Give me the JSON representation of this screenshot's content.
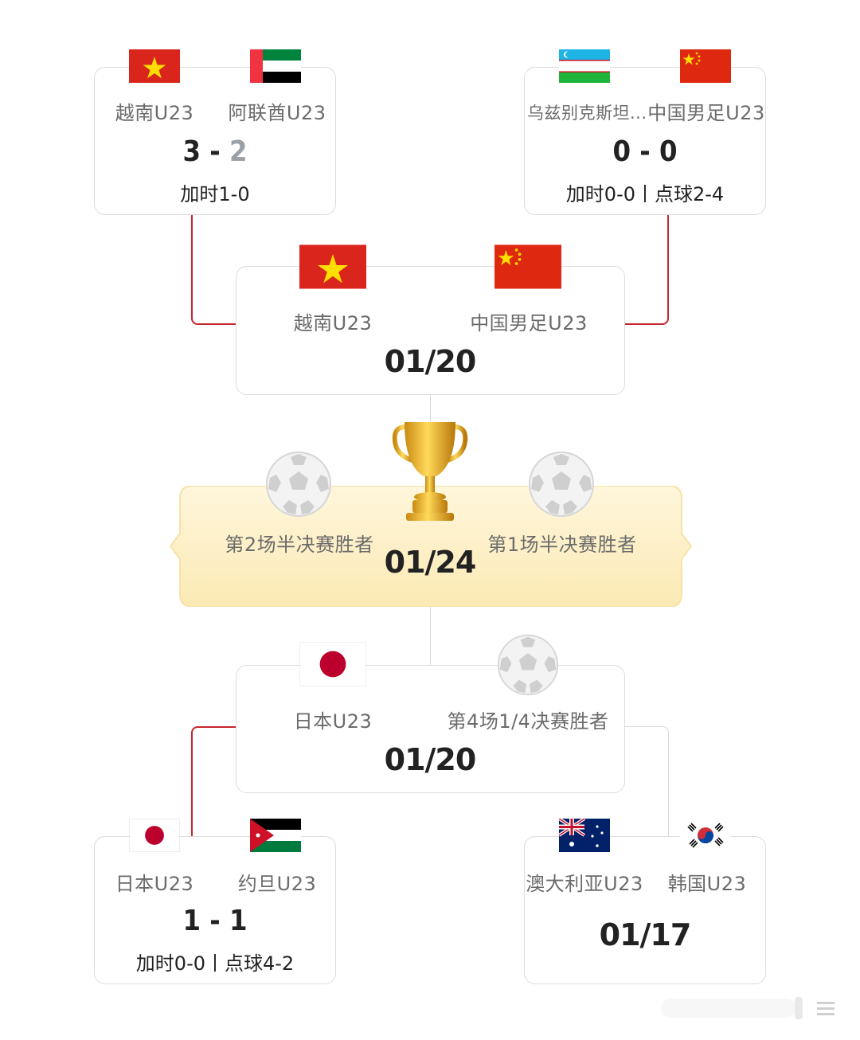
{
  "bracket": {
    "qf_top_left": {
      "home": {
        "name": "越南U23",
        "flag": "vietnam-flag"
      },
      "away": {
        "name": "阿联酋U23",
        "flag": "uae-flag"
      },
      "score_home": "3",
      "score_sep": "-",
      "score_away": "2",
      "detail": "加时1-0"
    },
    "qf_top_right": {
      "home": {
        "name": "乌兹别克斯坦...",
        "flag": "uzbekistan-flag"
      },
      "away": {
        "name": "中国男足U23",
        "flag": "china-flag"
      },
      "score": "0 - 0",
      "detail": "加时0-0丨点球2-4"
    },
    "sf_top": {
      "home": {
        "name": "越南U23",
        "flag": "vietnam-flag"
      },
      "away": {
        "name": "中国男足U23",
        "flag": "china-flag"
      },
      "date": "01/20"
    },
    "final": {
      "home": {
        "name": "第2场半决赛胜者",
        "icon": "soccer-ball-icon"
      },
      "away": {
        "name": "第1场半决赛胜者",
        "icon": "soccer-ball-icon"
      },
      "date": "01/24",
      "trophy": "trophy-icon"
    },
    "sf_bottom": {
      "home": {
        "name": "日本U23",
        "flag": "japan-flag"
      },
      "away": {
        "name": "第4场1/4决赛胜者",
        "icon": "soccer-ball-icon"
      },
      "date": "01/20"
    },
    "qf_bottom_left": {
      "home": {
        "name": "日本U23",
        "flag": "japan-flag"
      },
      "away": {
        "name": "约旦U23",
        "flag": "jordan-flag"
      },
      "score": "1 - 1",
      "detail": "加时0-0丨点球4-2"
    },
    "qf_bottom_right": {
      "home": {
        "name": "澳大利亚U23",
        "flag": "australia-flag"
      },
      "away": {
        "name": "韩国U23",
        "flag": "south-korea-flag"
      },
      "date": "01/17"
    }
  },
  "colors": {
    "winner_line": "#c8262f",
    "pending_line": "#d9d9d9",
    "final_bg": "#fdf3cf"
  }
}
